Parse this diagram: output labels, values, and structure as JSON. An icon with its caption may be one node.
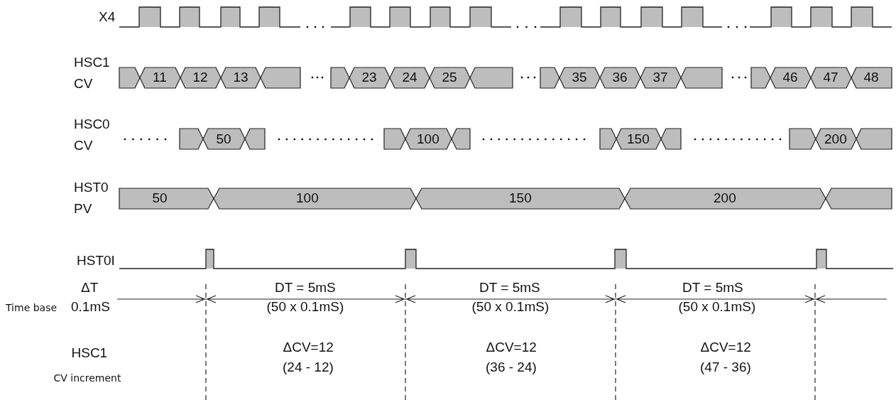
{
  "diagram": {
    "labels": [
      "X4",
      "HSC1 CV",
      "11",
      "12",
      "13",
      "23",
      "24",
      "25",
      "35",
      "36",
      "37",
      "46",
      "47",
      "48",
      "HSC0 CV",
      "50",
      "100",
      "150",
      "200",
      "HST0 PV",
      "50",
      "100",
      "150",
      "200",
      "HST0I",
      "ΔT",
      "DT = 5mS",
      "DT = 5mS",
      "DT = 5mS",
      "Time base",
      "0.1mS",
      "(50 x 0.1mS)",
      "(50 x 0.1mS)",
      "(50 x 0.1mS)",
      "HSC1",
      "ΔCV=12",
      "ΔCV=12",
      "ΔCV=12",
      "(24 - 12)",
      "(36 - 24)",
      "(47 - 36)",
      "CV increment"
    ]
  }
}
